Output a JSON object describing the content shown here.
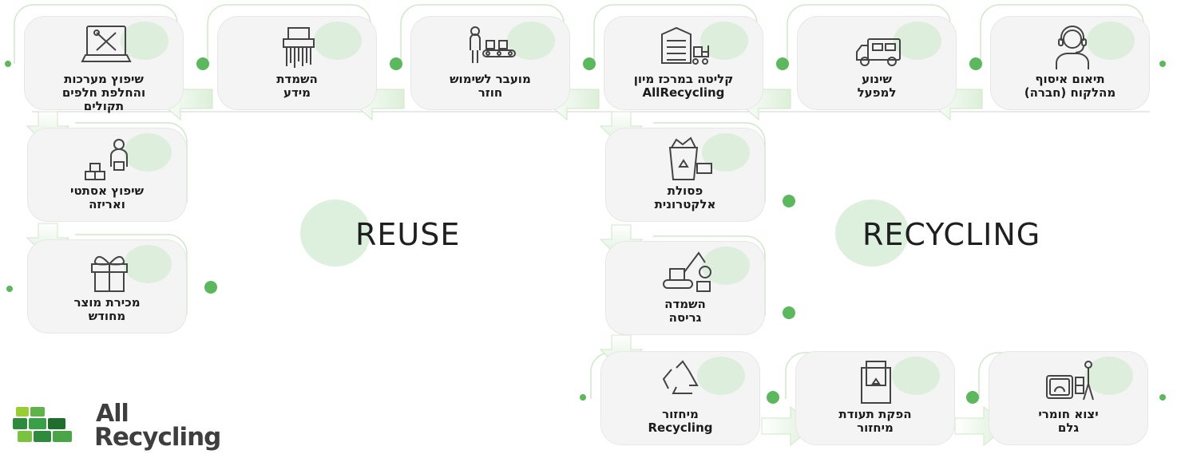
{
  "colors": {
    "accent": "#5cb85c",
    "accent_light": "#dcefd8",
    "card_bg": "#f3f4f3",
    "text": "#1b1b1b",
    "logo_green_dark": "#2e8b3e",
    "logo_green_light": "#9acd32",
    "logo_text": "#3e3e3e"
  },
  "sections": {
    "reuse": "REUSE",
    "recycling": "RECYCLING"
  },
  "steps": {
    "coordination": {
      "label": "תיאום איסוף\nמהלקוח (חברה)",
      "icon": "headset-agent-icon"
    },
    "transport": {
      "label": "שינוע\nלמפעל",
      "icon": "delivery-truck-icon"
    },
    "intake": {
      "label": "קליטה במרכז מיון\nAllRecycling",
      "icon": "warehouse-forklift-icon"
    },
    "reuse_transfer": {
      "label": "מועבר לשימוש\nחוזר",
      "icon": "conveyor-worker-icon"
    },
    "data_destruction": {
      "label": "השמדת\nמידע",
      "icon": "paper-shredder-icon"
    },
    "system_repair": {
      "label": "שיפוץ מערכות\nוהחלפת חלפים\nתקולים",
      "icon": "laptop-tools-icon"
    },
    "cosmetic_refurb": {
      "label": "שיפוץ אסתטי\nואריזה",
      "icon": "packing-worker-icon"
    },
    "resale": {
      "label": "מכירת מוצר\nמחודש",
      "icon": "gift-box-icon"
    },
    "e_waste": {
      "label": "פסולת\nאלקטרונית",
      "icon": "ewaste-bin-icon"
    },
    "crushing": {
      "label": "השמדה\nגריסה",
      "icon": "excavator-crusher-icon"
    },
    "recycling_step": {
      "label": "מיחזור\nRecycling",
      "icon": "recycle-arrows-icon"
    },
    "certificate": {
      "label": "הפקת תעודת\nמיחזור",
      "icon": "recycling-certificate-icon"
    },
    "raw_export": {
      "label": "יצוא חומרי\nגלם",
      "icon": "weighing-scale-trolley-icon"
    }
  },
  "logo": {
    "line1": "All",
    "line2": "Recycling",
    "icon": "allrecycling-logo-icon"
  }
}
